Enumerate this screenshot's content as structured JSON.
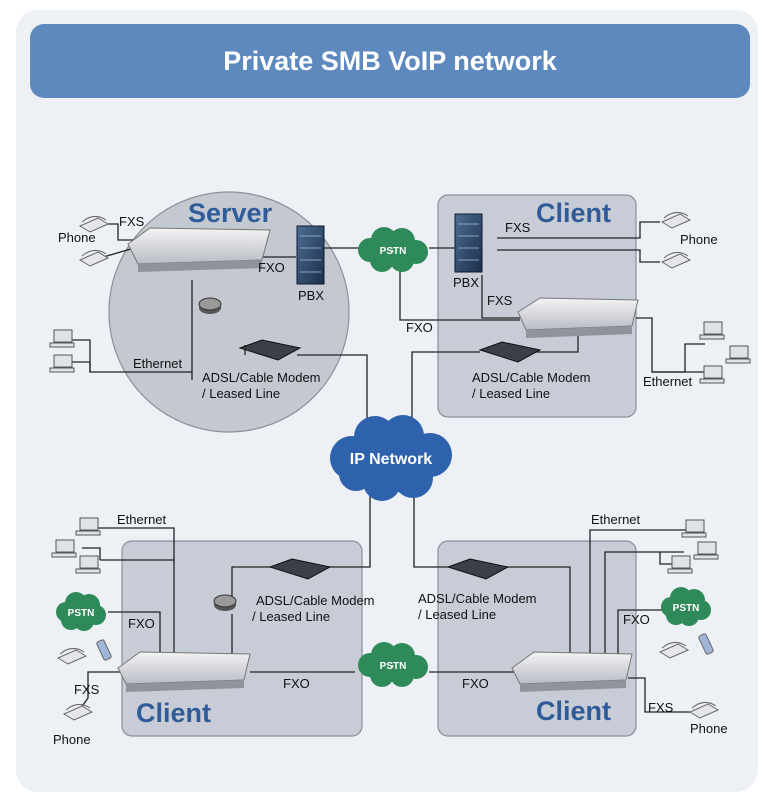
{
  "title": "Private SMB VoIP network",
  "zones": {
    "server": "Server",
    "client_tr": "Client",
    "client_bl": "Client",
    "client_br": "Client"
  },
  "clouds": {
    "ip": "IP Network",
    "pstn_top": "PSTN",
    "pstn_bottom": "PSTN",
    "pstn_left": "PSTN",
    "pstn_right": "PSTN"
  },
  "labels": {
    "server_fxs": "FXS",
    "server_phone": "Phone",
    "server_fxo": "FXO",
    "server_pbx": "PBX",
    "server_ethernet": "Ethernet",
    "server_modem_1": "ADSL/Cable Modem",
    "server_modem_2": "/ Leased Line",
    "tr_fxs_top": "FXS",
    "tr_phone": "Phone",
    "tr_pbx": "PBX",
    "tr_fxs_mid": "FXS",
    "tr_fxo": "FXO",
    "tr_ethernet": "Ethernet",
    "tr_modem_1": "ADSL/Cable Modem",
    "tr_modem_2": "/ Leased Line",
    "bl_ethernet": "Ethernet",
    "bl_fxo": "FXO",
    "bl_fxs": "FXS",
    "bl_phone": "Phone",
    "bl_modem_1": "ADSL/Cable Modem",
    "bl_modem_2": "/ Leased Line",
    "mid_fxo_left": "FXO",
    "mid_fxo_right": "FXO",
    "br_ethernet": "Ethernet",
    "br_modem_1": "ADSL/Cable Modem",
    "br_modem_2": "/ Leased Line",
    "br_fxo": "FXO",
    "br_fxs": "FXS",
    "br_phone": "Phone"
  },
  "colors": {
    "banner": "#5e89bf",
    "zone_title": "#2f5c98",
    "cloud_green": "#2f8a5a",
    "cloud_blue": "#2f62ad",
    "client_box": "#c7ccd6"
  }
}
